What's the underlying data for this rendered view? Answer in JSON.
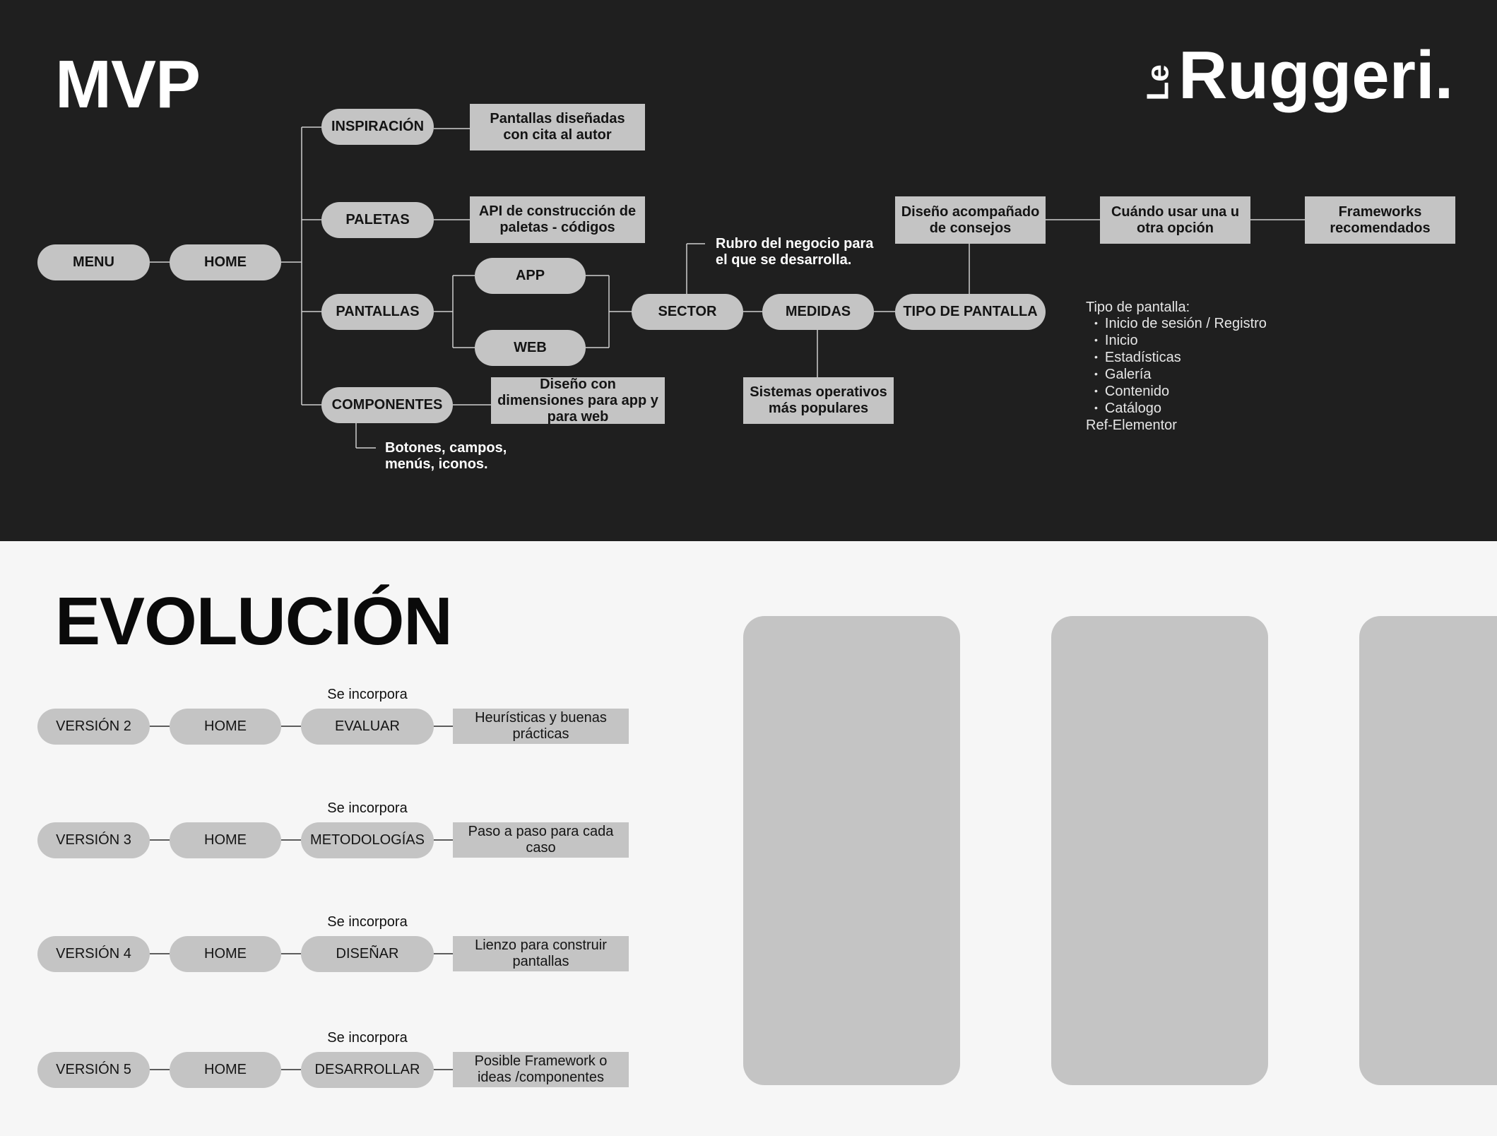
{
  "mvp": {
    "title": "MVP",
    "logo_sup": "Le",
    "logo_main": "Ruggeri.",
    "nodes": {
      "menu": "MENU",
      "home": "HOME",
      "inspiracion": "INSPIRACIÓN",
      "paletas": "PALETAS",
      "pantallas": "PANTALLAS",
      "componentes": "COMPONENTES",
      "app": "APP",
      "web": "WEB",
      "sector": "SECTOR",
      "medidas": "MEDIDAS",
      "tipo_pantalla": "TIPO DE PANTALLA"
    },
    "boxes": {
      "inspiracion_desc": "Pantallas diseñadas con cita al autor",
      "paletas_desc": "API de construcción de paletas - códigos",
      "componentes_desc": "Diseño con dimensiones para app y para web",
      "medidas_desc": "Sistemas operativos más populares",
      "diseno_consejos": "Diseño acompañado de consejos",
      "cuando_usar": "Cuándo usar una u otra opción",
      "frameworks": "Frameworks recomendados"
    },
    "notes": {
      "sector": "Rubro del negocio para el que se desarrolla.",
      "componentes": "Botones, campos, menús, iconos."
    },
    "tipo_list": {
      "heading": "Tipo de pantalla:",
      "items": [
        "Inicio de sesión / Registro",
        "Inicio",
        "Estadísticas",
        "Galería",
        "Contenido",
        "Catálogo"
      ],
      "footer": "Ref-Elementor"
    }
  },
  "evolucion": {
    "title": "EVOLUCIÓN",
    "incorpora_label": "Se incorpora",
    "versions": [
      {
        "version": "VERSIÓN 2",
        "home": "HOME",
        "feature": "EVALUAR",
        "desc": "Heurísticas y buenas prácticas"
      },
      {
        "version": "VERSIÓN 3",
        "home": "HOME",
        "feature": "METODOLOGÍAS",
        "desc": "Paso a paso para cada caso"
      },
      {
        "version": "VERSIÓN 4",
        "home": "HOME",
        "feature": "DISEÑAR",
        "desc": "Lienzo para construir pantallas"
      },
      {
        "version": "VERSIÓN 5",
        "home": "HOME",
        "feature": "DESARROLLAR",
        "desc": "Posible Framework o ideas /componentes"
      }
    ]
  },
  "colors": {
    "dark_bg": "#1f1f1f",
    "light_bg": "#f6f6f6",
    "node": "#c4c4c4",
    "text_dark": "#141414",
    "text_light": "#ffffff"
  }
}
